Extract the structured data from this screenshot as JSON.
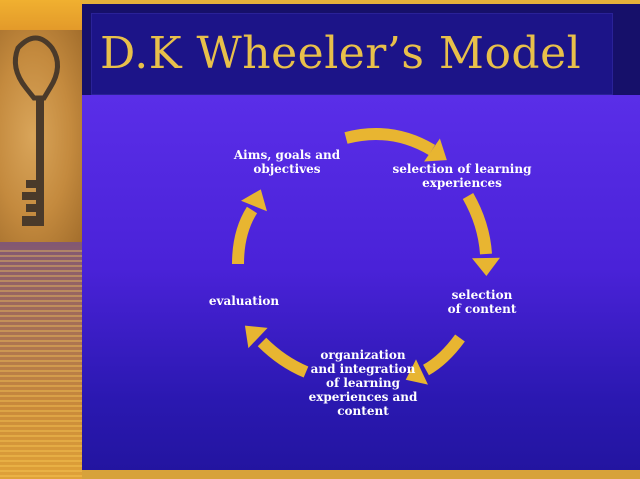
{
  "title": "D.K Wheeler’s Model",
  "diagram": {
    "nodes": [
      {
        "id": "aims",
        "label": "Aims, goals and\nobjectives"
      },
      {
        "id": "selection-learning",
        "label": "selection of learning\nexperiences"
      },
      {
        "id": "selection-content",
        "label": "selection\nof content"
      },
      {
        "id": "organization",
        "label": "organization\nand integration\nof learning\nexperiences and\ncontent"
      },
      {
        "id": "evaluation",
        "label": "evaluation"
      }
    ],
    "edges": [
      {
        "from": "aims",
        "to": "selection-learning"
      },
      {
        "from": "selection-learning",
        "to": "selection-content"
      },
      {
        "from": "selection-content",
        "to": "organization"
      },
      {
        "from": "organization",
        "to": "evaluation"
      },
      {
        "from": "evaluation",
        "to": "aims"
      }
    ],
    "arrow_color": "#e8b531"
  }
}
